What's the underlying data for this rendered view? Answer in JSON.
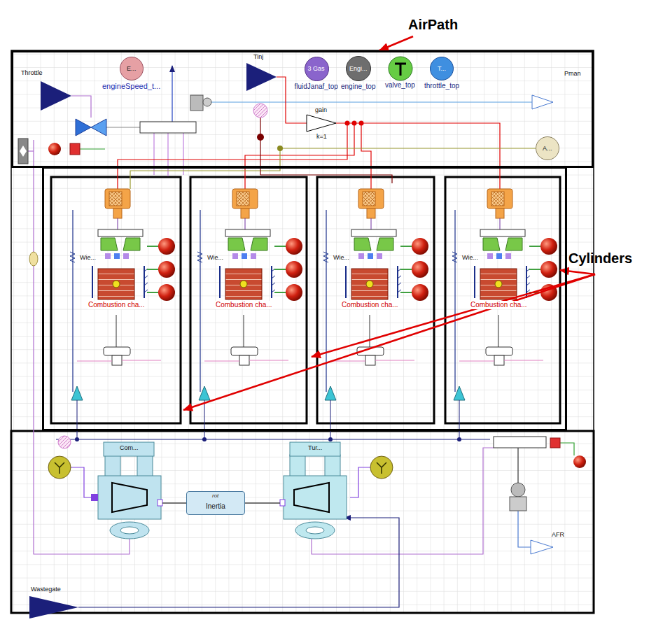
{
  "diagram": {
    "nodes": [
      {
        "text": [
          "AirPath"
        ]
      },
      {
        "text": [
          "E...",
          "engineSpeed_t..."
        ],
        "in": 0
      },
      {
        "text": [
          "3 Gas",
          "fluidJanaf_top"
        ],
        "in": 0
      },
      {
        "text": [
          "Engi...",
          "engine_top"
        ],
        "in": 0
      },
      {
        "text": [
          "valve_top"
        ],
        "in": 0
      },
      {
        "text": [
          "T...",
          "throttle_top"
        ],
        "in": 0
      },
      {
        "text": [
          "gain",
          "k=1"
        ],
        "in": 0
      },
      {
        "text": [
          "A..."
        ],
        "in": 0
      },
      {
        "text": [
          "Cylinders"
        ]
      },
      {
        "text": [
          "Wie..."
        ],
        "in": 8
      },
      {
        "text": [
          "Wie..."
        ],
        "in": 8
      },
      {
        "text": [
          "Wie..."
        ],
        "in": 8
      },
      {
        "text": [
          "Wie..."
        ],
        "in": 8
      },
      {
        "text": [
          "Combustion cha..."
        ],
        "in": 8
      },
      {
        "text": [
          "Combustion cha..."
        ],
        "in": 8
      },
      {
        "text": [
          "Combustion cha..."
        ],
        "in": 8
      },
      {
        "text": [
          "Combustion cha..."
        ],
        "in": 8
      },
      {
        "text": [
          "Com..."
        ]
      },
      {
        "text": [
          "rot",
          "Inertia"
        ]
      },
      {
        "text": [
          "Tur..."
        ]
      }
    ],
    "edges": [
      {
        "from": 17,
        "to": 18,
        "arrow": "none"
      },
      {
        "from": 18,
        "to": 19,
        "arrow": "none"
      }
    ],
    "labels": [
      "Throttle",
      "Tinj",
      "Pman",
      "Wastegate",
      "AFR"
    ]
  }
}
